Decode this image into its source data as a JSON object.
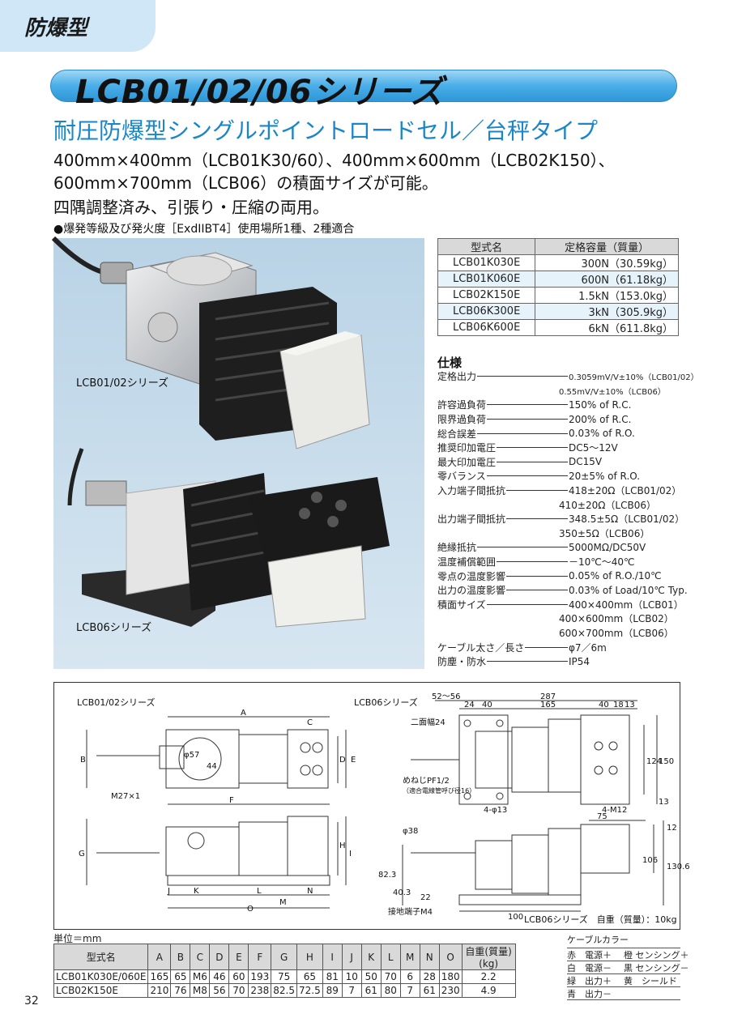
{
  "category": "防爆型",
  "series_title": "LCB01/02/06シリーズ",
  "subtitle": "耐圧防爆型シングルポイントロードセル／台秤タイプ",
  "lead": [
    "400mm×400mm（LCB01K30/60）、400mm×600mm（LCB02K150）、",
    "600mm×700mm（LCB06）の積面サイズが可能。",
    "四隅調整済み、引張り・圧縮の両用。"
  ],
  "note": "●爆発等級及び発火度［ExdIIBT4］使用場所1種、2種適合",
  "photo_labels": {
    "top": "LCB01/02シリーズ",
    "bottom": "LCB06シリーズ"
  },
  "model_table": {
    "headers": [
      "型式名",
      "定格容量（質量）"
    ],
    "rows": [
      [
        "LCB01K030E",
        "300N（30.59kg）"
      ],
      [
        "LCB01K060E",
        "600N（61.18kg）"
      ],
      [
        "LCB02K150E",
        "1.5kN（153.0kg）"
      ],
      [
        "LCB06K300E",
        "3kN（305.9kg）"
      ],
      [
        "LCB06K600E",
        "6kN（611.8kg）"
      ]
    ]
  },
  "spec": {
    "title": "仕様",
    "rows": [
      {
        "label": "定格出力",
        "value": "0.3059mV/V±10%（LCB01/02）",
        "cont": [
          "0.55mV/V±10%（LCB06）"
        ],
        "small": true
      },
      {
        "label": "許容過負荷",
        "value": "150% of R.C."
      },
      {
        "label": "限界過負荷",
        "value": "200% of R.C."
      },
      {
        "label": "総合誤差",
        "value": "0.03% of R.O."
      },
      {
        "label": "推奨印加電圧",
        "value": "DC5～12V"
      },
      {
        "label": "最大印加電圧",
        "value": "DC15V"
      },
      {
        "label": "零バランス",
        "value": "20±5% of R.O."
      },
      {
        "label": "入力端子間抵抗",
        "value": "418±20Ω（LCB01/02）",
        "cont": [
          "410±20Ω（LCB06）"
        ]
      },
      {
        "label": "出力端子間抵抗",
        "value": "348.5±5Ω（LCB01/02）",
        "cont": [
          "350±5Ω（LCB06）"
        ]
      },
      {
        "label": "絶縁抵抗",
        "value": "5000MΩ/DC50V"
      },
      {
        "label": "温度補償範囲",
        "value": "－10℃～40℃"
      },
      {
        "label": "零点の温度影響",
        "value": "0.05% of R.O./10℃"
      },
      {
        "label": "出力の温度影響",
        "value": "0.03% of Load/10℃ Typ."
      },
      {
        "label": "積面サイズ",
        "value": "400×400mm（LCB01）",
        "cont": [
          "400×600mm（LCB02）",
          "600×700mm（LCB06）"
        ]
      },
      {
        "label": "ケーブル太さ／長さ",
        "value": "φ7／6m"
      },
      {
        "label": "防塵・防水",
        "value": "IP54"
      }
    ]
  },
  "drawing": {
    "left_title": "LCB01/02シリーズ",
    "right_title": "LCB06シリーズ",
    "labels": {
      "A": "A",
      "B": "B",
      "C": "C",
      "D": "D",
      "E": "E",
      "F": "F",
      "G": "G",
      "H": "H",
      "I": "I",
      "J": "J",
      "K": "K",
      "L": "L",
      "M": "M",
      "N": "N",
      "O": "O",
      "phi57": "φ57",
      "d44": "44",
      "m27": "M27×1",
      "d52_56": "52～56",
      "d287": "287",
      "d24": "24",
      "d40": "40",
      "d165": "165",
      "d40b": "40",
      "d18": "18",
      "d13": "13",
      "d124": "124",
      "d150": "150",
      "d13b": "13",
      "bolt": "二面幅24",
      "thread": "めねじPF1/2",
      "thread_note": "（適合電線管呼び径16）",
      "holes": "4-φ13",
      "m12": "4-M12",
      "phi38": "φ38",
      "d75": "75",
      "d12": "12",
      "d106": "106",
      "d130": "130.6",
      "d82": "82.3",
      "d40_3": "40.3",
      "d22": "22",
      "d100": "100",
      "ground": "接地端子M4",
      "weight": "LCB06シリーズ　自重（質量）：10kg"
    }
  },
  "dim_table": {
    "unit": "単位＝mm",
    "headers": [
      "型式名",
      "A",
      "B",
      "C",
      "D",
      "E",
      "F",
      "G",
      "H",
      "I",
      "J",
      "K",
      "L",
      "M",
      "N",
      "O",
      "自重(質量)(kg)"
    ],
    "rows": [
      [
        "LCB01K030E/060E",
        "165",
        "65",
        "M6",
        "46",
        "60",
        "193",
        "75",
        "65",
        "81",
        "10",
        "50",
        "70",
        "6",
        "28",
        "180",
        "2.2"
      ],
      [
        "LCB02K150E",
        "210",
        "76",
        "M8",
        "56",
        "70",
        "238",
        "82.5",
        "72.5",
        "89",
        "7",
        "61",
        "80",
        "7",
        "61",
        "230",
        "4.9"
      ]
    ]
  },
  "cable_colors": {
    "title": "ケーブルカラー",
    "rows": [
      [
        "赤　電源＋",
        "橙 センシング＋"
      ],
      [
        "白　電源－",
        "黒 センシング－"
      ],
      [
        "緑　出力＋",
        "黄　シールド"
      ],
      [
        "青　出力－",
        ""
      ]
    ]
  },
  "page_number": "32"
}
